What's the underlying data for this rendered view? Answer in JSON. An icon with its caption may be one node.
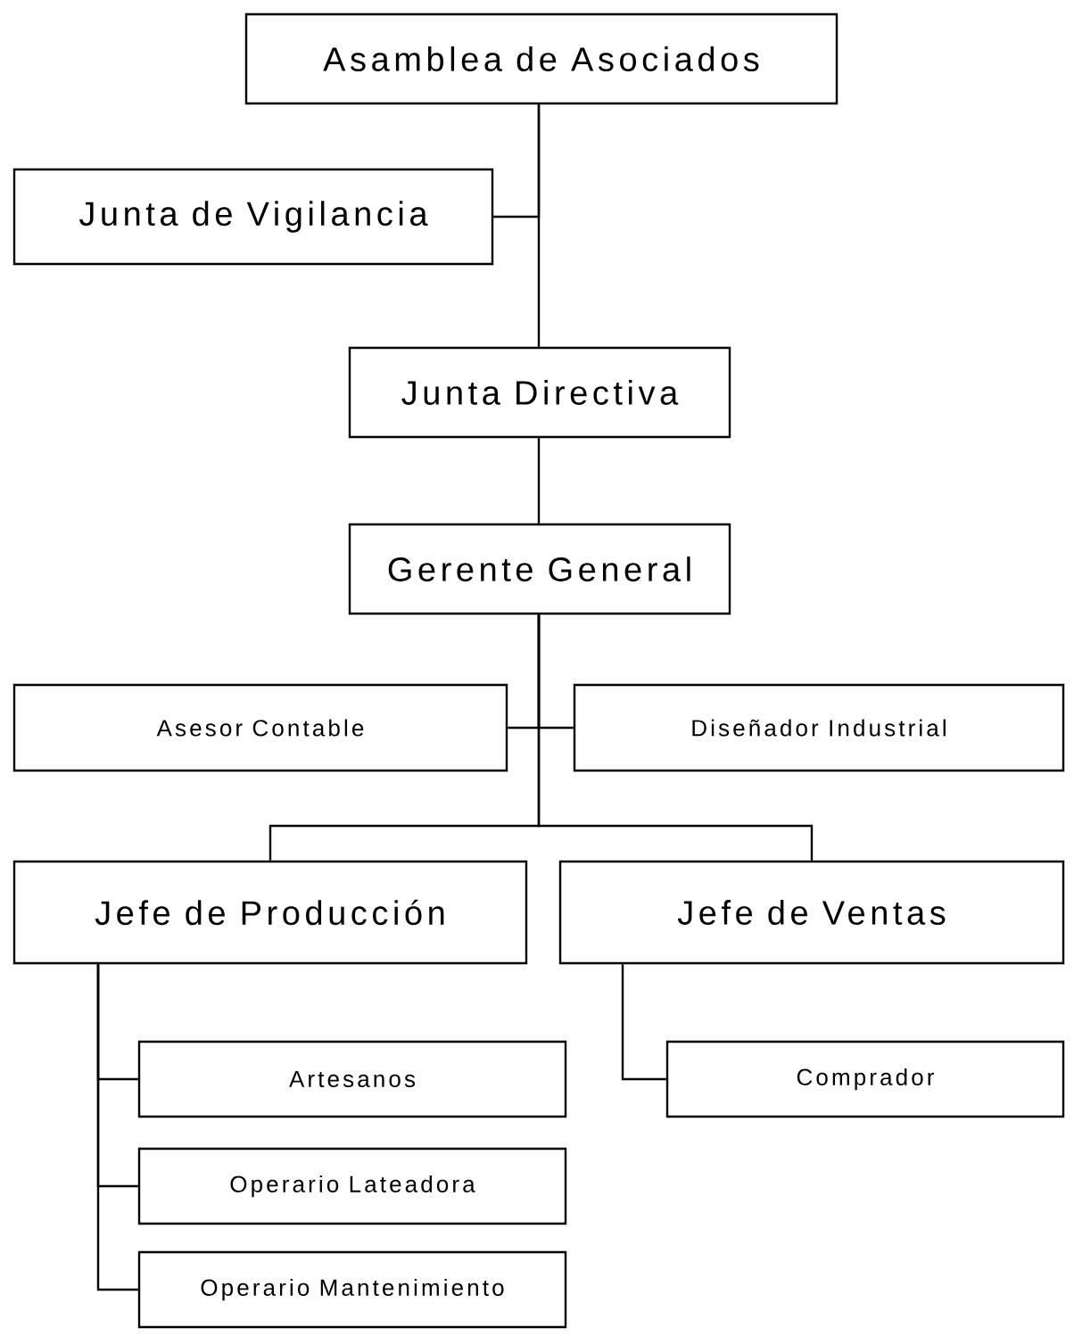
{
  "diagram": {
    "nodes": [
      {
        "text": [
          "Asamblea de Asociados"
        ]
      },
      {
        "text": [
          "Junta de Vigilancia"
        ]
      },
      {
        "text": [
          "Junta Directiva"
        ]
      },
      {
        "text": [
          "Gerente General"
        ]
      },
      {
        "text": [
          "Asesor Contable"
        ]
      },
      {
        "text": [
          "Diseñador Industrial"
        ]
      },
      {
        "text": [
          "Jefe de Producción"
        ]
      },
      {
        "text": [
          "Jefe de Ventas"
        ]
      },
      {
        "text": [
          "Artesanos"
        ]
      },
      {
        "text": [
          "Operario Lateadora"
        ]
      },
      {
        "text": [
          "Operario Mantenimiento"
        ]
      },
      {
        "text": [
          "Comprador"
        ]
      }
    ],
    "edges": [
      {
        "from": 0,
        "to": 1,
        "arrow": "none"
      },
      {
        "from": 0,
        "to": 2,
        "arrow": "none"
      },
      {
        "from": 2,
        "to": 3,
        "arrow": "none"
      },
      {
        "from": 3,
        "to": 4,
        "arrow": "none"
      },
      {
        "from": 3,
        "to": 5,
        "arrow": "none"
      },
      {
        "from": 3,
        "to": 6,
        "arrow": "none"
      },
      {
        "from": 3,
        "to": 7,
        "arrow": "none"
      },
      {
        "from": 6,
        "to": 8,
        "arrow": "none"
      },
      {
        "from": 6,
        "to": 9,
        "arrow": "none"
      },
      {
        "from": 6,
        "to": 10,
        "arrow": "none"
      },
      {
        "from": 7,
        "to": 11,
        "arrow": "none"
      }
    ]
  }
}
